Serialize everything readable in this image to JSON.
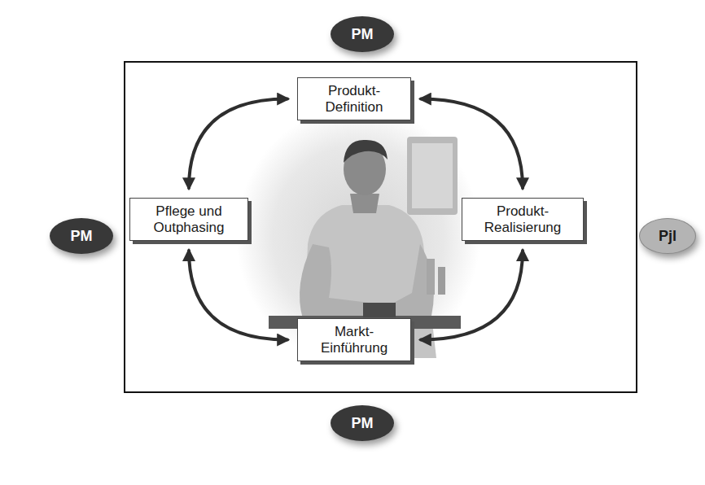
{
  "diagram": {
    "nodes": [
      {
        "text": [
          "PM"
        ]
      },
      {
        "text": [
          "Produkt- Definition"
        ]
      },
      {
        "text": [
          "Pflege und Outphasing"
        ]
      },
      {
        "text": [
          "PM"
        ]
      },
      {
        "text": [
          "Produkt- Realisierung"
        ]
      },
      {
        "text": [
          "Pjl"
        ]
      },
      {
        "text": [
          "Markt- Einführung"
        ]
      },
      {
        "text": [
          "PM"
        ]
      }
    ],
    "edges": [
      {
        "from": 1,
        "to": 4,
        "arrow": "both"
      },
      {
        "from": 4,
        "to": 6,
        "arrow": "both"
      },
      {
        "from": 6,
        "to": 2,
        "arrow": "both"
      },
      {
        "from": 2,
        "to": 1,
        "arrow": "both"
      }
    ]
  }
}
